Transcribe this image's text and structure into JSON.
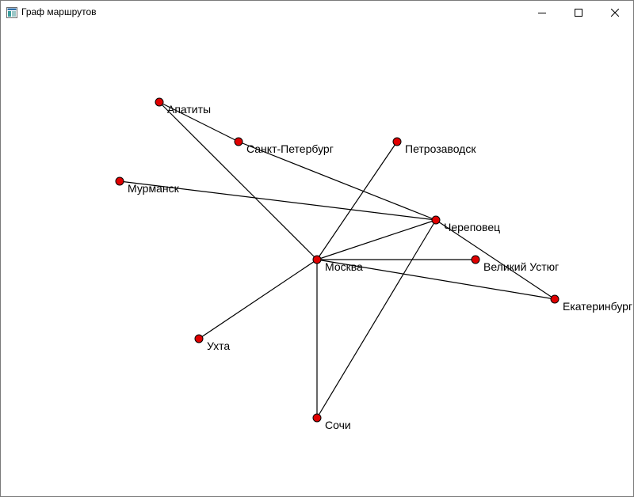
{
  "window": {
    "title": "Граф маршрутов",
    "icon": "app-window-icon",
    "buttons": [
      {
        "name": "minimize-button",
        "icon": "minimize-icon"
      },
      {
        "name": "maximize-button",
        "icon": "maximize-icon"
      },
      {
        "name": "close-button",
        "icon": "close-icon"
      }
    ]
  },
  "graph": {
    "node_color": "#e00000",
    "edge_color": "#000000",
    "nodes": [
      {
        "id": "apatity",
        "label": "Апатиты"
      },
      {
        "id": "spb",
        "label": "Санкт-Петербург"
      },
      {
        "id": "petrozavodsk",
        "label": "Петрозаводск"
      },
      {
        "id": "murmansk",
        "label": "Мурманск"
      },
      {
        "id": "cherepovets",
        "label": "Череповец"
      },
      {
        "id": "moscow",
        "label": "Москва"
      },
      {
        "id": "velikiy_ustyug",
        "label": "Великий Устюг"
      },
      {
        "id": "ekaterinburg",
        "label": "Екатеринбург"
      },
      {
        "id": "ukhta",
        "label": "Ухта"
      },
      {
        "id": "sochi",
        "label": "Сочи"
      }
    ],
    "edges": [
      [
        "apatity",
        "spb"
      ],
      [
        "apatity",
        "moscow"
      ],
      [
        "spb",
        "cherepovets"
      ],
      [
        "murmansk",
        "cherepovets"
      ],
      [
        "petrozavodsk",
        "moscow"
      ],
      [
        "cherepovets",
        "moscow"
      ],
      [
        "cherepovets",
        "ekaterinburg"
      ],
      [
        "cherepovets",
        "sochi"
      ],
      [
        "moscow",
        "velikiy_ustyug"
      ],
      [
        "moscow",
        "ekaterinburg"
      ],
      [
        "moscow",
        "ukhta"
      ],
      [
        "moscow",
        "sochi"
      ]
    ]
  }
}
